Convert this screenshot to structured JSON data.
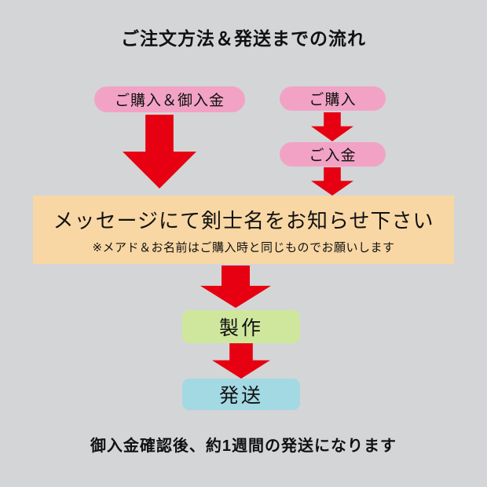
{
  "title": "ご注文方法＆発送までの流れ",
  "colors": {
    "background": "#d4d5d7",
    "pill": "#f2a3c5",
    "arrow": "#e60012",
    "message_box": "#f8d7a4",
    "production_box": "#cfe79c",
    "shipping_box": "#a3d9e3",
    "text": "#111111"
  },
  "nodes": {
    "purchase_and_payment": "ご購入＆御入金",
    "purchase": "ご購入",
    "payment": "ご入金",
    "message_line1": "メッセージにて剣士名をお知らせ下さい",
    "message_line2": "※メアド＆お名前はご購入時と同じものでお願いします",
    "production": "製作",
    "shipping": "発送"
  },
  "footer": "御入金確認後、約1週間の発送になります"
}
